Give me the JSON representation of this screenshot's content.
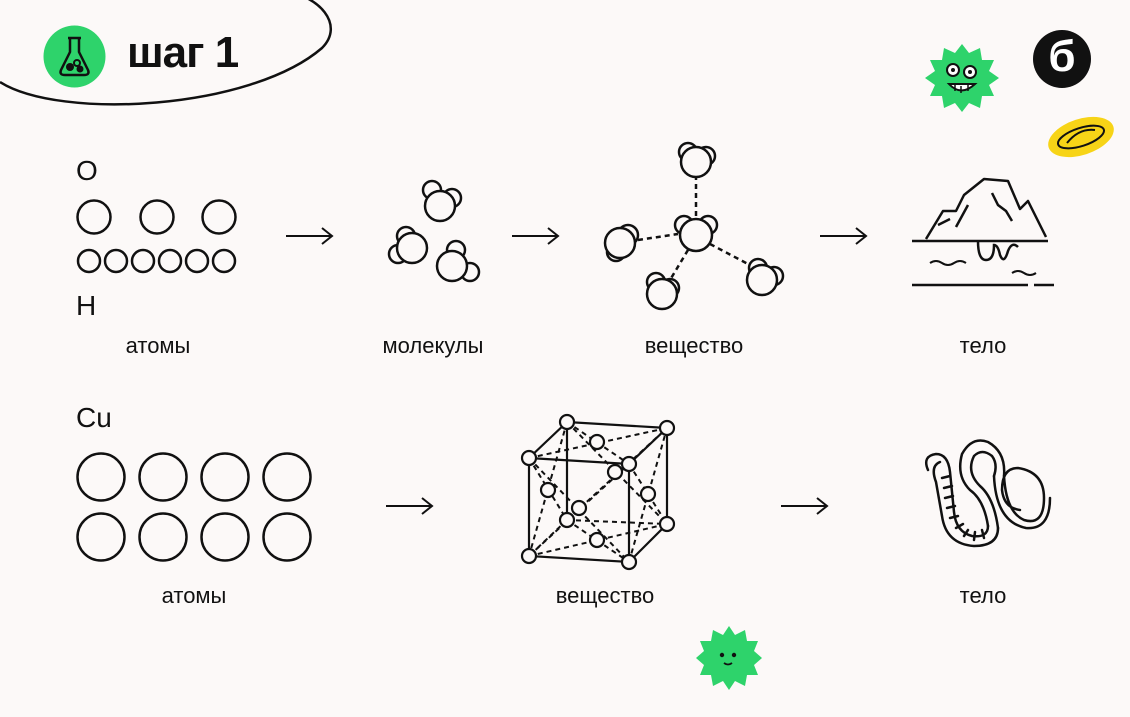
{
  "header": {
    "step_title": "шаг 1"
  },
  "row1": {
    "element_top": "O",
    "element_bottom": "H",
    "labels": {
      "atoms": "атомы",
      "molecules": "молекулы",
      "substance": "вещество",
      "body": "тело"
    }
  },
  "row2": {
    "element": "Cu",
    "labels": {
      "atoms": "атомы",
      "substance": "вещество",
      "body": "тело"
    }
  },
  "brand": {
    "logo_letter": "б"
  },
  "colors": {
    "accent_green": "#2ed36b",
    "accent_yellow": "#f7d417",
    "ink": "#111111",
    "background": "#fcf9f8"
  },
  "icons": [
    "flask-icon",
    "virus-mascot-icon",
    "brand-logo",
    "planet-icon",
    "ice-iceberg-icon",
    "copper-wire-icon",
    "crystal-lattice-icon"
  ]
}
